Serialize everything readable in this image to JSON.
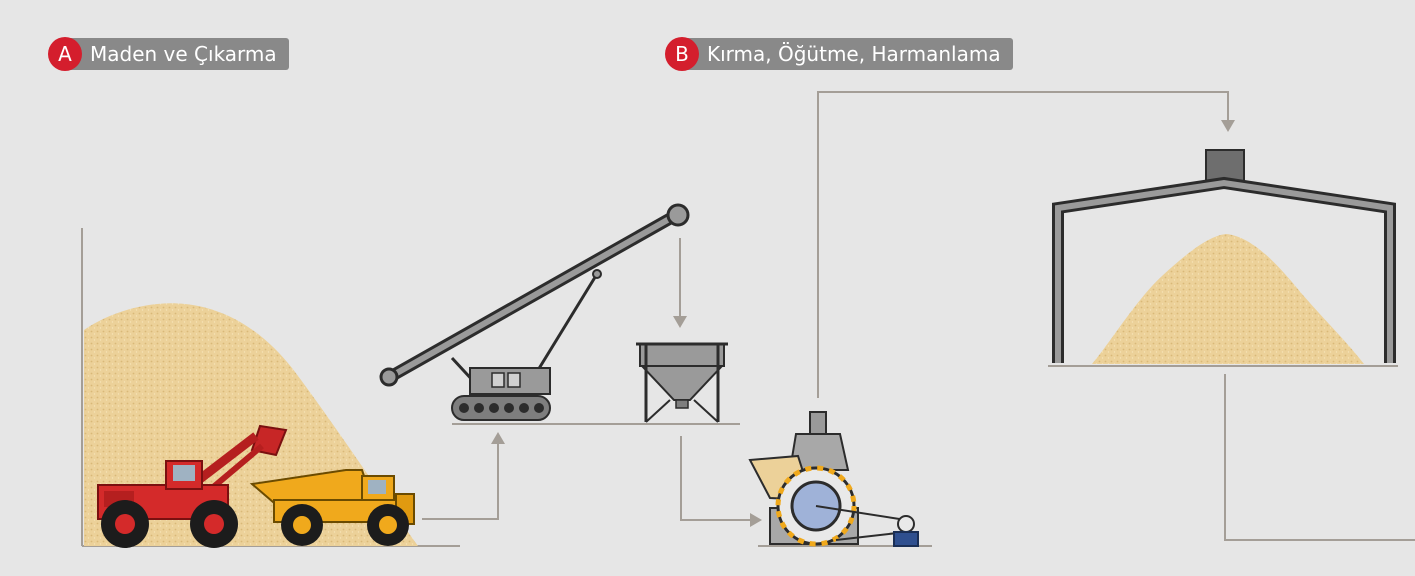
{
  "stages": [
    {
      "letter": "A",
      "label": "Maden ve Çıkarma"
    },
    {
      "letter": "B",
      "label": "Kırma, Öğütme, Harmanlama"
    }
  ],
  "colors": {
    "background": "#e6e6e6",
    "flow_line": "#a49e97",
    "material": "#ecd199",
    "badge": "#d41e2d",
    "pill": "#898989",
    "loader": "#d42a2a",
    "truck": "#f0a91c",
    "structure": "#2c2c2c",
    "machine": "#9a9a9a",
    "motor": "#2f4f8f"
  },
  "icons": [
    "stockpile-icon",
    "wheel-loader-icon",
    "dump-truck-icon",
    "conveyor-icon",
    "hopper-icon",
    "crusher-icon",
    "storage-hall-icon"
  ]
}
